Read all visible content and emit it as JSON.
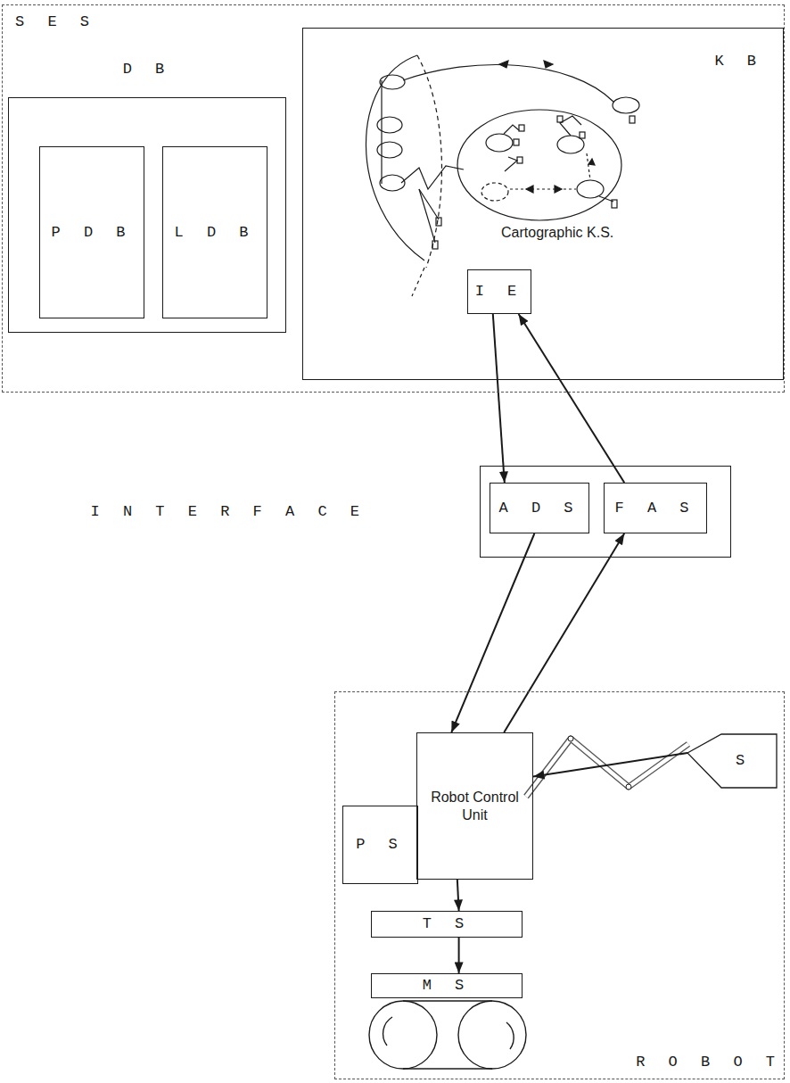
{
  "diagram": {
    "nodes": [
      {
        "text": [
          "S E S"
        ]
      },
      {
        "text": [
          "D B"
        ],
        "in": 0
      },
      {
        "text": [
          "P D B"
        ],
        "in": 1
      },
      {
        "text": [
          "L D B"
        ],
        "in": 1
      },
      {
        "text": [
          "K B"
        ],
        "in": 0
      },
      {
        "text": [
          "I E"
        ],
        "in": 4
      },
      {
        "text": [
          "I N T E R F A C E"
        ]
      },
      {
        "text": [
          "A D S"
        ],
        "in": 6
      },
      {
        "text": [
          "F A S"
        ],
        "in": 6
      },
      {
        "text": [
          "R O B O T"
        ]
      },
      {
        "text": [
          "Robot Control Unit"
        ],
        "in": 9
      },
      {
        "text": [
          "P S"
        ],
        "in": 9
      },
      {
        "text": [
          "T S"
        ],
        "in": 9
      },
      {
        "text": [
          "M S"
        ],
        "in": 9
      },
      {
        "text": [
          "S"
        ],
        "in": 9
      }
    ],
    "edges": [
      {
        "from": 5,
        "to": 7,
        "arrow": "to"
      },
      {
        "from": 8,
        "to": 5,
        "arrow": "to"
      },
      {
        "from": 7,
        "to": 10,
        "arrow": "to"
      },
      {
        "from": 10,
        "to": 8,
        "arrow": "to"
      },
      {
        "from": 14,
        "to": 10,
        "arrow": "to"
      },
      {
        "from": 10,
        "to": 12,
        "arrow": "to"
      },
      {
        "from": 12,
        "to": 13,
        "arrow": "to"
      }
    ],
    "labels": [
      "Cartographic K.S."
    ]
  }
}
